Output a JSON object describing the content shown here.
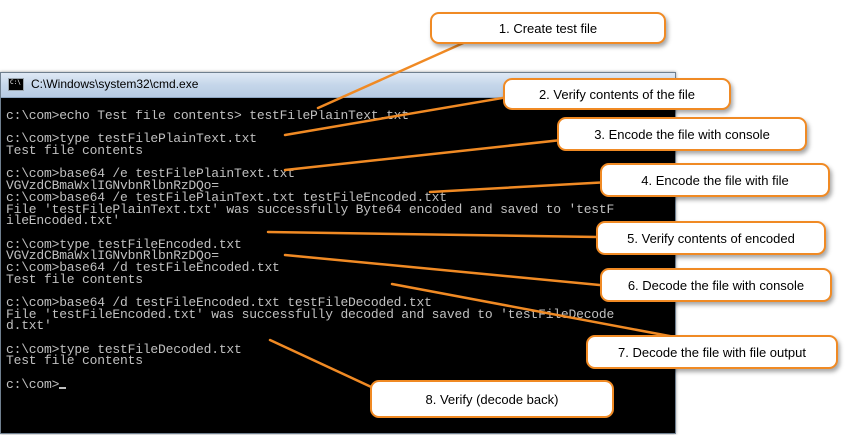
{
  "window": {
    "icon": "cmd-icon",
    "icon_glyph": "C:\\",
    "title": "C:\\Windows\\system32\\cmd.exe"
  },
  "console": {
    "lines": [
      "c:\\com>echo Test file contents> testFilePlainText.txt",
      "",
      "c:\\com>type testFilePlainText.txt",
      "Test file contents",
      "",
      "c:\\com>base64 /e testFilePlainText.txt",
      "VGVzdCBmaWxlIGNvbnRlbnRzDQo=",
      "c:\\com>base64 /e testFilePlainText.txt testFileEncoded.txt",
      "File 'testFilePlainText.txt' was successfully Byte64 encoded and saved to 'testF",
      "ileEncoded.txt'",
      "",
      "c:\\com>type testFileEncoded.txt",
      "VGVzdCBmaWxlIGNvbnRlbnRzDQo=",
      "c:\\com>base64 /d testFileEncoded.txt",
      "Test file contents",
      "",
      "c:\\com>base64 /d testFileEncoded.txt testFileDecoded.txt",
      "File 'testFileEncoded.txt' was successfully decoded and saved to 'testFileDecode",
      "d.txt'",
      "",
      "c:\\com>type testFileDecoded.txt",
      "Test file contents",
      "",
      "c:\\com>"
    ]
  },
  "callouts": [
    "1.    Create test file",
    "2. Verify contents of the file",
    "3. Encode the file with console",
    "4. Encode the file with file",
    "5. Verify contents of encoded",
    "6. Decode the file with console",
    "7. Decode the file with file output",
    "8. Verify (decode back)"
  ],
  "colors": {
    "callout_border": "#f08a24",
    "console_text": "#c0c0c0",
    "console_bg": "#000000"
  }
}
